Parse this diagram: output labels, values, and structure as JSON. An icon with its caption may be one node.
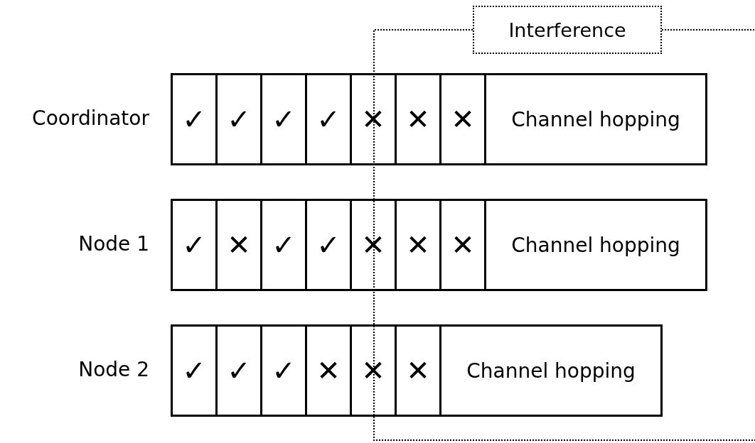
{
  "diagram": {
    "nodes": [
      {
        "text": [
          "Interference"
        ]
      },
      {
        "text": [],
        "shape": "bar",
        "beside": [
          "Coordinator"
        ]
      },
      {
        "text": [
          "✓"
        ],
        "in": 1
      },
      {
        "text": [
          "✓"
        ],
        "in": 1
      },
      {
        "text": [
          "✓"
        ],
        "in": 1
      },
      {
        "text": [
          "✓"
        ],
        "in": 1
      },
      {
        "text": [
          "✕"
        ],
        "in": 1
      },
      {
        "text": [
          "✕"
        ],
        "in": 1
      },
      {
        "text": [
          "✕"
        ],
        "in": 1
      },
      {
        "text": [
          "Channel hopping"
        ],
        "in": 1
      },
      {
        "text": [],
        "shape": "bar",
        "beside": [
          "Node 1"
        ]
      },
      {
        "text": [
          "✓"
        ],
        "in": 10
      },
      {
        "text": [
          "✕"
        ],
        "in": 10
      },
      {
        "text": [
          "✓"
        ],
        "in": 10
      },
      {
        "text": [
          "✓"
        ],
        "in": 10
      },
      {
        "text": [
          "✕"
        ],
        "in": 10
      },
      {
        "text": [
          "✕"
        ],
        "in": 10
      },
      {
        "text": [
          "✕"
        ],
        "in": 10
      },
      {
        "text": [
          "Channel hopping"
        ],
        "in": 10
      },
      {
        "text": [],
        "shape": "bar",
        "beside": [
          "Node 2"
        ]
      },
      {
        "text": [
          "✓"
        ],
        "in": 19
      },
      {
        "text": [
          "✓"
        ],
        "in": 19
      },
      {
        "text": [
          "✓"
        ],
        "in": 19
      },
      {
        "text": [
          "✕"
        ],
        "in": 19
      },
      {
        "text": [
          "✕"
        ],
        "in": 19
      },
      {
        "text": [
          "✕"
        ],
        "in": 19
      },
      {
        "text": [
          "Channel hopping"
        ],
        "in": 19
      }
    ]
  }
}
